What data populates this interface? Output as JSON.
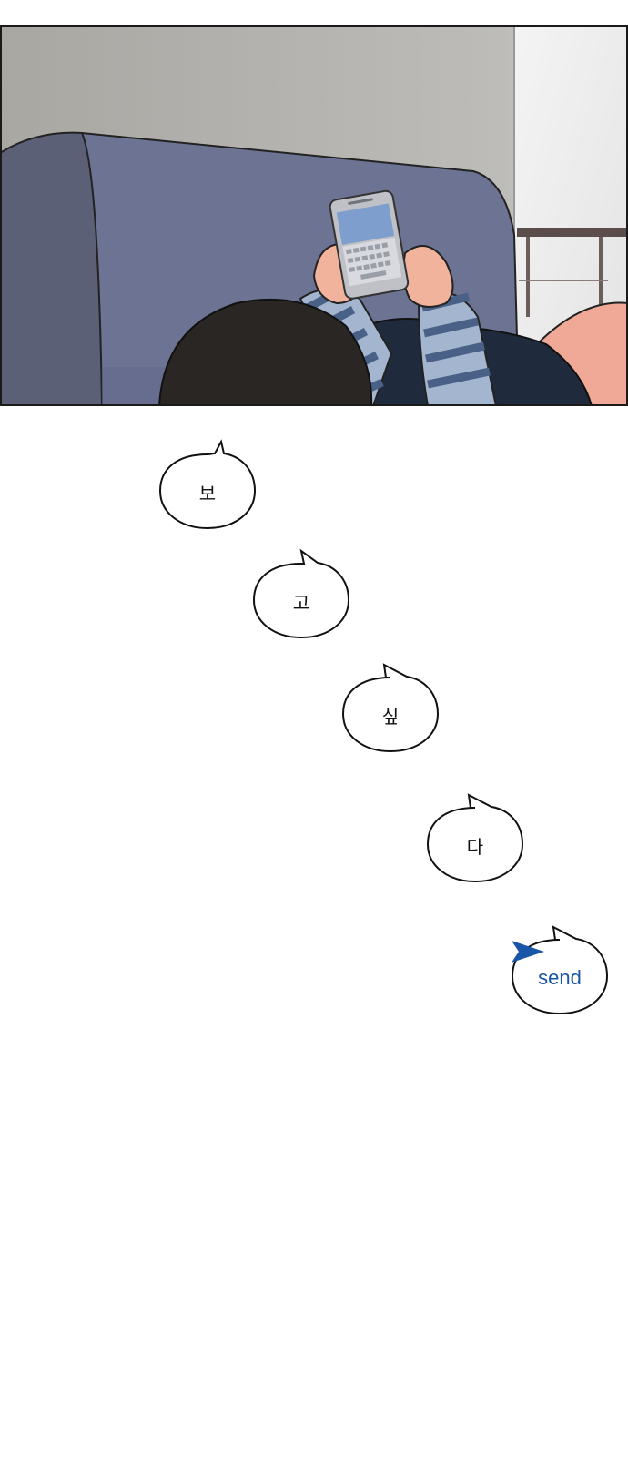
{
  "panel": {
    "colors": {
      "wall": "#b2b1ae",
      "sofa_back": "#6c7393",
      "sofa_arm": "#5c6076",
      "hair": "#2a2624",
      "sleeve_stripe_dark": "#4a6187",
      "sleeve_stripe_light": "#a4b6cf",
      "skin": "#f2b39c",
      "phone": "#bfc1c6",
      "phone_screen": "#7e9fce"
    }
  },
  "bubbles": [
    {
      "text": "보"
    },
    {
      "text": "고"
    },
    {
      "text": "싶"
    },
    {
      "text": "다"
    }
  ],
  "send_bubble": {
    "label": "send",
    "icon": "send-arrow-icon",
    "color": "#1a56a8"
  }
}
